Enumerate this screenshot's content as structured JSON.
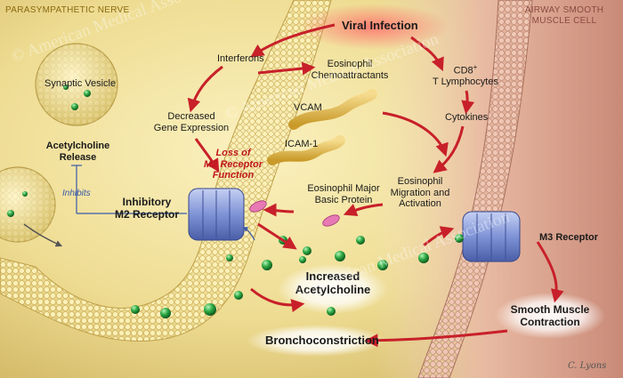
{
  "corners": {
    "nerve": "PARASYMPATHETIC NERVE",
    "muscle_line1": "AIRWAY SMOOTH",
    "muscle_line2": "MUSCLE CELL"
  },
  "labels": {
    "viral_infection": "Viral Infection",
    "interferons": "Interferons",
    "eos_chemo_1": "Eosinophil",
    "eos_chemo_2": "Chemoattractants",
    "cd8_1": "CD8",
    "cd8_sup": "+",
    "cd8_2": "T Lymphocytes",
    "synaptic_vesicle": "Synaptic Vesicle",
    "vcam": "VCAM",
    "icam": "ICAM-1",
    "cytokines": "Cytokines",
    "decreased_1": "Decreased",
    "decreased_2": "Gene Expression",
    "loss_1": "Loss of",
    "loss_2": "M2 Receptor",
    "loss_3": "Function",
    "ach_release_1": "Acetylcholine",
    "ach_release_2": "Release",
    "inhibits": "Inhibits",
    "inhibitory_1": "Inhibitory",
    "inhibitory_2": "M2 Receptor",
    "emb_1": "Eosinophil Major",
    "emb_2": "Basic Protein",
    "eos_mig_1": "Eosinophil",
    "eos_mig_2": "Migration and",
    "eos_mig_3": "Activation",
    "m3": "M3 Receptor",
    "inc_ach_1": "Increased",
    "inc_ach_2": "Acetylcholine",
    "smc_1": "Smooth Muscle",
    "smc_2": "Contraction",
    "broncho": "Bronchoconstriction"
  },
  "watermark": "© American Medical Association",
  "signature": "C. Lyons",
  "colors": {
    "arrow_red": "#c8202a",
    "receptor_blue": "#7f93d6",
    "ach_green": "#2faa45",
    "emb_pink": "#e77ab4",
    "nerve_yellow": "#e7d27a",
    "muscle_pink": "#d7a08a"
  }
}
